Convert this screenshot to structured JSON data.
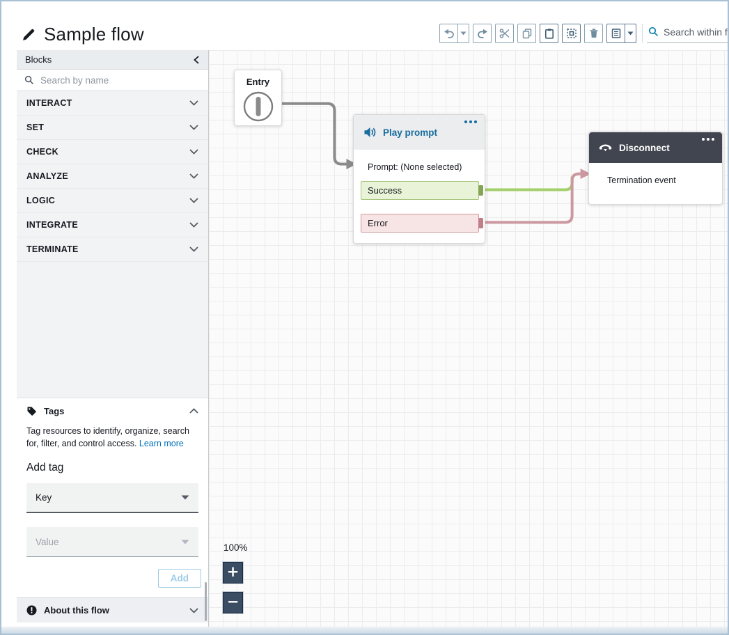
{
  "app": {
    "title": "Sample flow"
  },
  "toolbar": {
    "buttons": [
      "undo",
      "undo-menu",
      "redo",
      "cut",
      "copy",
      "paste",
      "select-all",
      "delete",
      "notes",
      "notes-menu"
    ],
    "search_placeholder": "Search within f"
  },
  "sidebar": {
    "panel_title": "Blocks",
    "search_placeholder": "Search by name",
    "categories": [
      "INTERACT",
      "SET",
      "CHECK",
      "ANALYZE",
      "LOGIC",
      "INTEGRATE",
      "TERMINATE"
    ]
  },
  "tags": {
    "title": "Tags",
    "description": "Tag resources to identify, organize, search for, filter, and control access.",
    "learn_more_label": "Learn more",
    "add_tag_heading": "Add tag",
    "key_placeholder": "Key",
    "value_placeholder": "Value",
    "add_button_label": "Add"
  },
  "about": {
    "title": "About this flow"
  },
  "canvas": {
    "zoom_label": "100%",
    "zoom_in_label": "+",
    "zoom_out_label": "−",
    "entry_block": {
      "title": "Entry"
    },
    "play_prompt_block": {
      "title": "Play prompt",
      "prompt_text": "Prompt: (None selected)",
      "ports": [
        {
          "label": "Success"
        },
        {
          "label": "Error"
        }
      ]
    },
    "disconnect_block": {
      "title": "Disconnect",
      "body_text": "Termination event"
    },
    "colors": {
      "accent_blue": "#186c9e",
      "dark_header": "#40454f",
      "success_connector": "#a4cf6d",
      "error_connector": "#cc98a0",
      "entry_connector": "#8b8b8b"
    }
  }
}
